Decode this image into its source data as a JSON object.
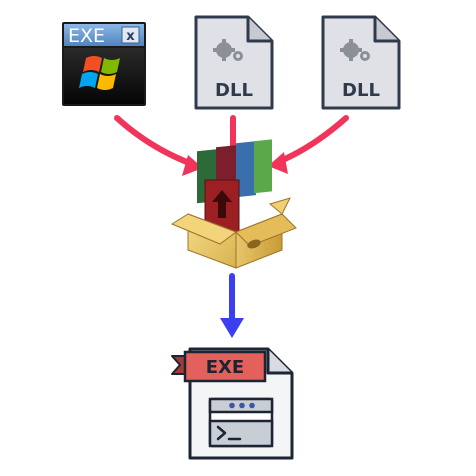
{
  "labels": {
    "exe_window_title": "EXE",
    "exe_window_close": "x",
    "dll_1": "DLL",
    "dll_2": "DLL",
    "exe_output": "EXE"
  },
  "icons": {
    "exe_window": "windows-exe-window-icon",
    "dll_file": "dll-gear-file-icon",
    "archive_box": "software-box-installer-icon",
    "exe_output": "exe-terminal-file-icon"
  },
  "colors": {
    "input_arrows": "#f0345a",
    "output_arrow": "#3b3ff0",
    "exe_banner": "#e4605a",
    "dll_file_fill": "#dfe1e6",
    "dll_file_stroke": "#2f3b4c",
    "window_title_bar": "#6f9ed2"
  }
}
